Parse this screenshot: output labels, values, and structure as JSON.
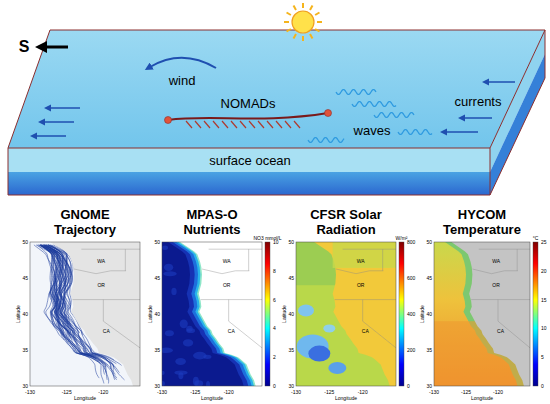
{
  "diagram": {
    "nodes": [
      {
        "text": [
          "S",
          "wind",
          "NOMADs",
          "waves",
          "currents",
          "surface ocean"
        ]
      },
      {
        "text": [
          "GNOME Trajectory"
        ]
      },
      {
        "text": [
          "MPAS-O Nutrients"
        ]
      },
      {
        "text": [
          "CFSR Solar Radiation"
        ]
      },
      {
        "text": [
          "HYCOM Temperature"
        ]
      }
    ],
    "labels": [
      "Latitude",
      "Longitude",
      "50",
      "45",
      "40",
      "35",
      "30",
      "-130",
      "-125",
      "-120",
      "WA",
      "OR",
      "CA",
      "Latitude",
      "Longitude",
      "50",
      "45",
      "40",
      "35",
      "30",
      "-130",
      "-125",
      "-120",
      "WA",
      "OR",
      "CA",
      "Latitude",
      "Longitude",
      "50",
      "45",
      "40",
      "35",
      "30",
      "-130",
      "-125",
      "-120",
      "WA",
      "OR",
      "CA",
      "Latitude",
      "Longitude",
      "50",
      "45",
      "40",
      "35",
      "30",
      "-130",
      "-125",
      "-120",
      "WA",
      "OR",
      "CA",
      "NO3 mmol/L",
      "0",
      "2",
      "4",
      "6",
      "8",
      "10",
      "W/m²",
      "0",
      "200",
      "400",
      "600",
      "800",
      "°C",
      "0",
      "5",
      "10",
      "15",
      "20",
      "25"
    ]
  }
}
